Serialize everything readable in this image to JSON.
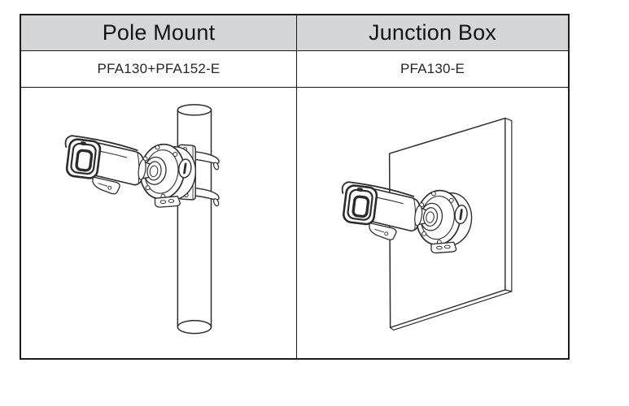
{
  "page": {
    "type": "camera-installation-accessory-table",
    "background_color": "#ffffff"
  },
  "table": {
    "border_color": "#1c1c1c",
    "header_bg_color": "#d5d6d8",
    "line_art_color": "#2b2b2b",
    "columns": [
      {
        "header": "Pole Mount",
        "model": "PFA130+PFA152-E",
        "figure": "Line drawing of a bullet camera on a junction box, strapped to a vertical pole with two clamp straps"
      },
      {
        "header": "Junction Box",
        "model": "PFA130-E",
        "figure": "Line drawing of a bullet camera on a junction box, mounted to a wall panel"
      }
    ]
  }
}
